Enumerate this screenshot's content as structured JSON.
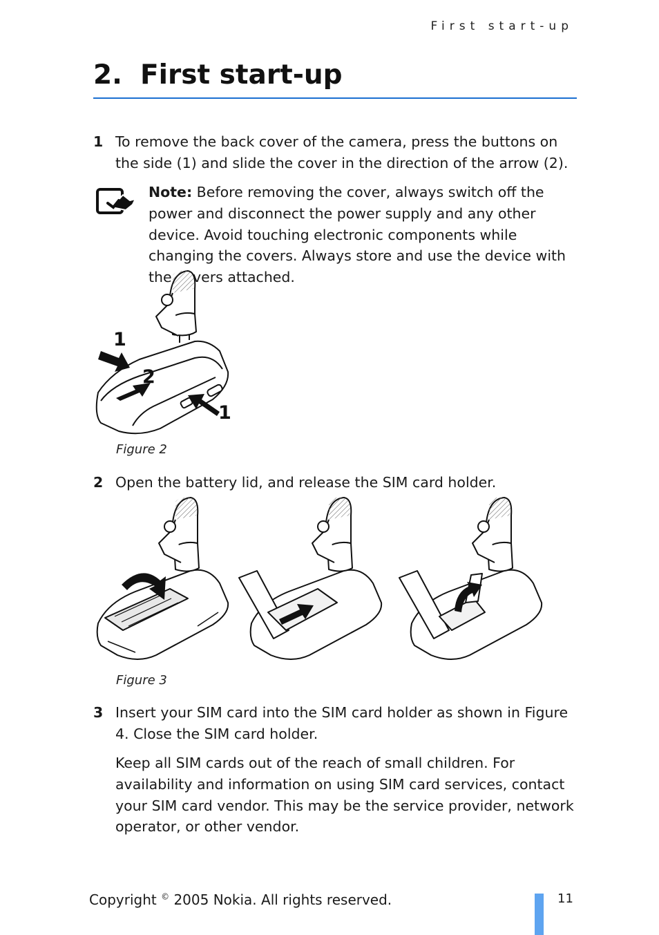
{
  "header": {
    "running_title": "First start-up"
  },
  "chapter": {
    "number": "2.",
    "title": "First start-up"
  },
  "steps": [
    {
      "num": "1",
      "text": "To remove the back cover of the camera, press the buttons on the side (1) and slide the cover in the direction of the arrow (2)."
    },
    {
      "num": "2",
      "text": "Open the battery lid, and release the SIM card holder."
    },
    {
      "num": "3",
      "text": "Insert your SIM card into the SIM card holder as shown in Figure 4. Close the SIM card holder."
    }
  ],
  "note": {
    "label": "Note:",
    "text": " Before removing the cover, always switch off the power and disconnect the power supply and any other device. Avoid touching electronic components while changing the covers. Always store and use the device with the covers attached."
  },
  "step3_paragraph": "Keep all SIM cards out of the reach of small children. For availability and information on using SIM card services, contact your SIM card vendor.  This may be the service provider, network operator, or other vendor.",
  "figures": {
    "fig2": {
      "caption": "Figure 2",
      "callouts": [
        "1",
        "2",
        "1"
      ]
    },
    "fig3": {
      "caption": "Figure 3"
    }
  },
  "footer": {
    "copyright_pre": "Copyright ",
    "copyright_symbol": "©",
    "copyright_post": " 2005 Nokia. All rights reserved.",
    "page_number": "11"
  },
  "colors": {
    "accent_rule": "#1b6fd1",
    "page_tab": "#5ea4f0"
  }
}
